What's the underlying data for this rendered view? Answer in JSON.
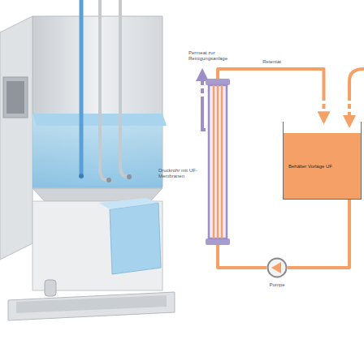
{
  "diagram": {
    "nodes": [
      {
        "text": [
          "Druckrohr mit UF-Membranen"
        ]
      },
      {
        "text": [
          "Behälter Vorlage UF"
        ]
      },
      {
        "text": [
          "Pumpe"
        ]
      }
    ],
    "edges": [
      {
        "from": 1,
        "to": 2,
        "arrow": "none"
      },
      {
        "from": 2,
        "to": 0,
        "arrow": "none"
      },
      {
        "from": 0,
        "to": 1,
        "label": "Retentat",
        "arrow": "to"
      }
    ],
    "labels": [
      "Permeat zur Reinigungsanlage"
    ]
  }
}
